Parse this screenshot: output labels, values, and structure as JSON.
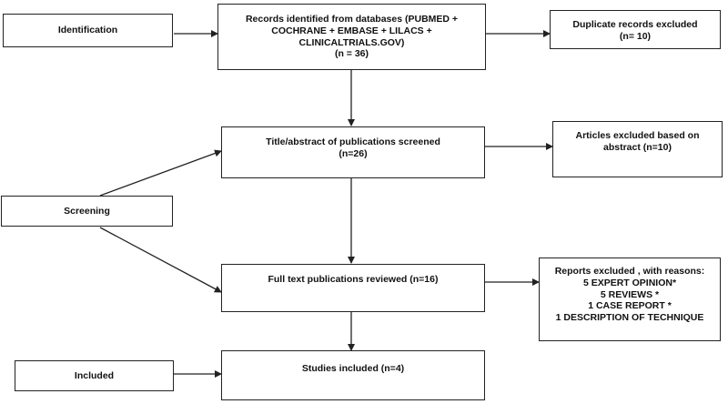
{
  "stages": {
    "identification": "Identification",
    "screening": "Screening",
    "included": "Included"
  },
  "boxes": {
    "records_identified": "Records identified from databases (PUBMED +\nCOCHRANE + EMBASE + LILACS +\nCLINICALTRIALS.GOV)\n(n = 36)",
    "duplicates_excluded": "Duplicate records excluded\n(n= 10)",
    "title_abstract_screened": "Title/abstract of publications screened\n(n=26)",
    "excluded_abstract": "Articles excluded based on\nabstract (n=10)",
    "full_text_reviewed": "Full text publications reviewed (n=16)",
    "reports_excluded": "Reports excluded  , with reasons:\n5 EXPERT OPINION*\n5 REVIEWS *\n1 CASE REPORT *\n1 DESCRIPTION OF TECHNIQUE",
    "studies_included": "Studies included (n=4)"
  },
  "colors": {
    "stroke": "#222222"
  }
}
